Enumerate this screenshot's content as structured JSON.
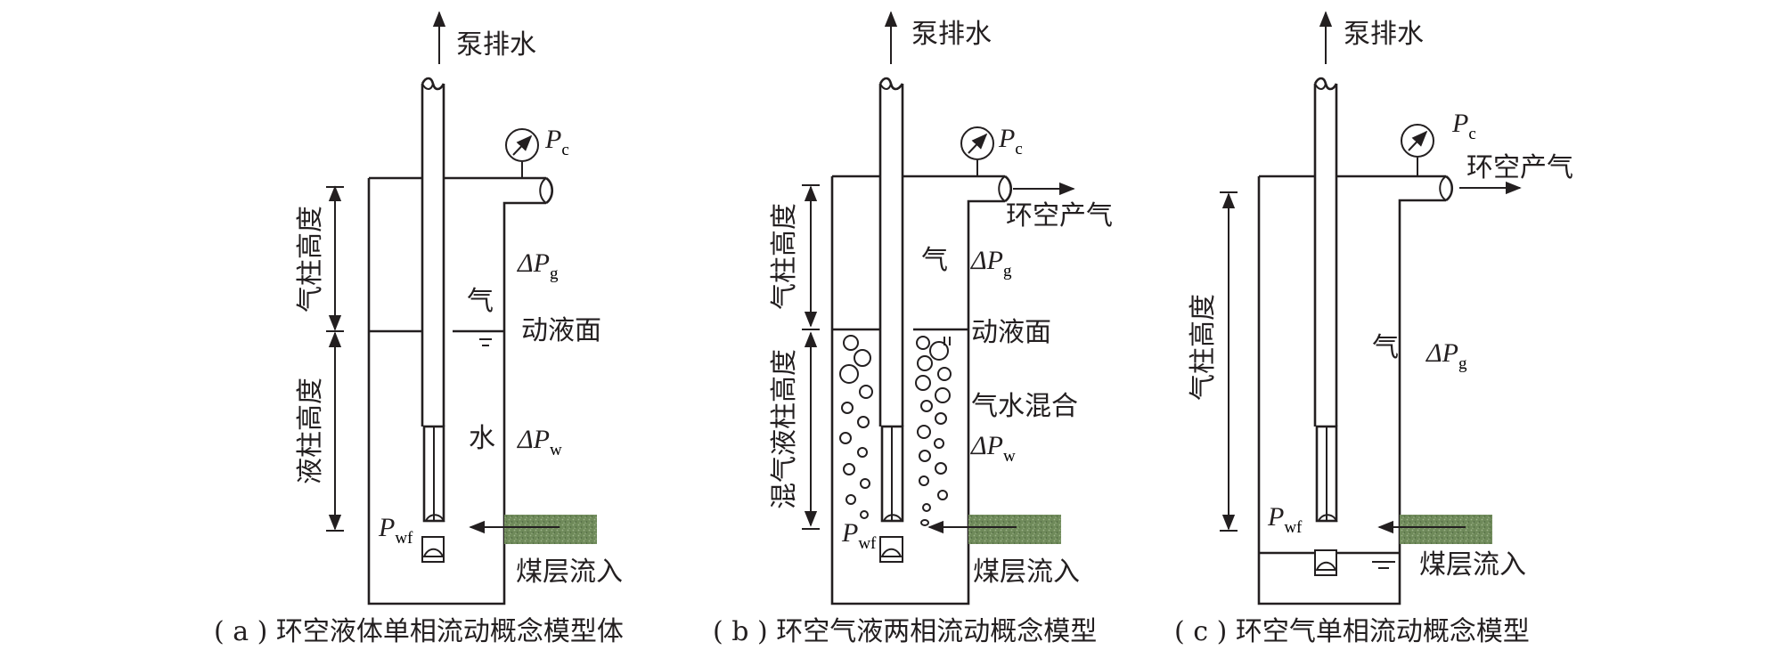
{
  "panels": [
    {
      "id": "a",
      "caption": "( a ) 环空液体单相流动概念模型体",
      "pump_label": "泵排水",
      "gauge_label": "P",
      "gauge_sub": "c",
      "gas_col_label": "气柱高度",
      "liq_col_label": "液柱高度",
      "gas_label": "气",
      "water_label": "水",
      "dp_gas_sym": "ΔP",
      "dp_gas_sub": "g",
      "dp_water_sym": "ΔP",
      "dp_water_sub": "w",
      "level_label": "动液面",
      "pwf_sym": "P",
      "pwf_sub": "wf",
      "inflow_label": "煤层流入"
    },
    {
      "id": "b",
      "caption": "( b ) 环空气液两相流动概念模型",
      "pump_label": "泵排水",
      "gauge_label": "P",
      "gauge_sub": "c",
      "gas_out_label": "环空产气",
      "gas_col_label": "气柱高度",
      "mix_col_label": "混气液柱高度",
      "gas_label": "气",
      "mix_label": "气水混合",
      "dp_gas_sym": "ΔP",
      "dp_gas_sub": "g",
      "dp_water_sym": "ΔP",
      "dp_water_sub": "w",
      "level_label": "动液面",
      "pwf_sym": "P",
      "pwf_sub": "wf",
      "inflow_label": "煤层流入"
    },
    {
      "id": "c",
      "caption": "( c ) 环空气单相流动概念模型",
      "pump_label": "泵排水",
      "gauge_label": "P",
      "gauge_sub": "c",
      "gas_out_label": "环空产气",
      "gas_col_label": "气柱高度",
      "gas_label": "气",
      "dp_gas_sym": "ΔP",
      "dp_gas_sub": "g",
      "pwf_sym": "P",
      "pwf_sub": "wf",
      "inflow_label": "煤层流入"
    }
  ],
  "colors": {
    "line": "#231f20",
    "coal_seam": "#6f8a5a"
  }
}
